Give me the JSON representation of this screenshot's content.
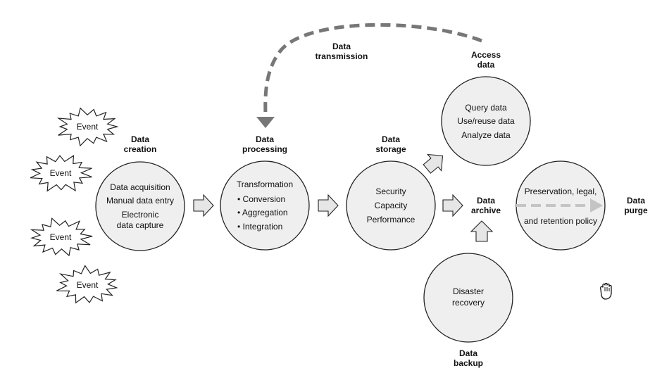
{
  "colors": {
    "circle_fill": "#efefef",
    "stroke": "#222222",
    "arrow_fill": "#e6e6e6",
    "dashed_arrow": "#777777",
    "purge_arrow": "#c4c4c4"
  },
  "events": [
    "Event",
    "Event",
    "Event",
    "Event"
  ],
  "stages": {
    "creation": {
      "title": [
        "Data",
        "creation"
      ],
      "lines": [
        "Data acquisition",
        "Manual data entry",
        "Electronic",
        "data capture"
      ]
    },
    "processing": {
      "title": [
        "Data",
        "processing"
      ],
      "lines": [
        "Transformation",
        "• Conversion",
        "• Aggregation",
        "• Integration"
      ]
    },
    "storage": {
      "title": [
        "Data",
        "storage"
      ],
      "lines": [
        "Security",
        "Capacity",
        "Performance"
      ]
    },
    "access": {
      "title": [
        "Access",
        "data"
      ],
      "lines": [
        "Query data",
        "Use/reuse data",
        "Analyze data"
      ]
    },
    "archive": {
      "title": [
        "Data",
        "archive"
      ],
      "lines": [
        "Preservation, legal,",
        "and retention policy"
      ]
    },
    "backup": {
      "title": [
        "Data",
        "backup"
      ],
      "lines": [
        "Disaster",
        "recovery"
      ]
    },
    "purge": {
      "title": [
        "Data",
        "purge"
      ]
    }
  },
  "transmission": {
    "title": [
      "Data",
      "transmission"
    ]
  },
  "cursor": {
    "icon": "hand-grab-icon"
  }
}
